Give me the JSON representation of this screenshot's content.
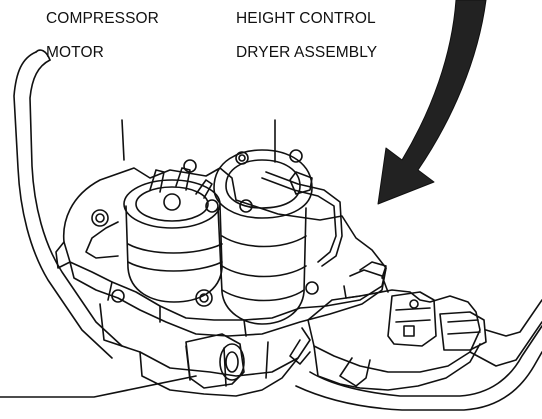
{
  "labels": {
    "compressor_line1": "COMPRESSOR",
    "compressor_line2": "MOTOR",
    "dryer_line1": "HEIGHT CONTROL",
    "dryer_line2": "DRYER ASSEMBLY"
  },
  "colors": {
    "ink": "#111111",
    "arrow": "#222222",
    "background": "#ffffff"
  },
  "icons": {
    "direction_arrow": "curved-arrow-down-left"
  }
}
